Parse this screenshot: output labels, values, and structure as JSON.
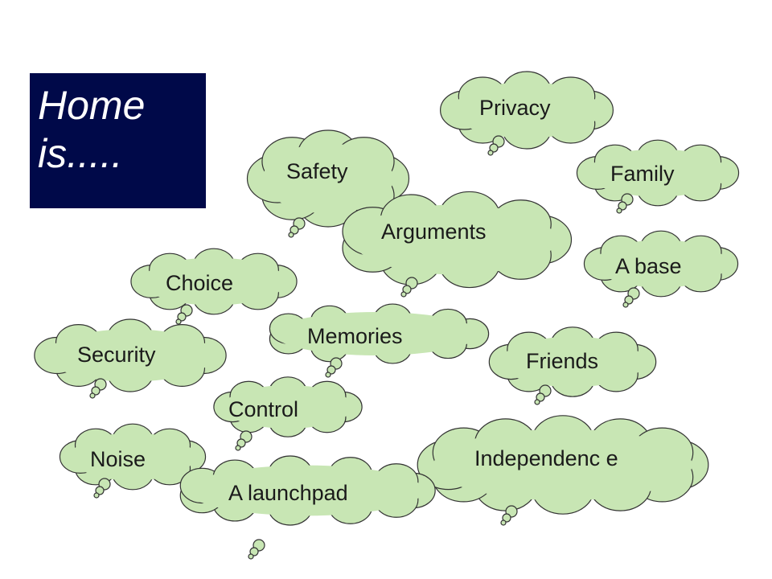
{
  "title": "Home\nis.....",
  "colors": {
    "title_bg": "#000949",
    "cloud_fill": "#c8e6b4",
    "cloud_stroke": "#333333"
  },
  "clouds": [
    {
      "id": "privacy",
      "label": "Privacy"
    },
    {
      "id": "safety",
      "label": "Safety"
    },
    {
      "id": "family",
      "label": "Family"
    },
    {
      "id": "arguments",
      "label": "Arguments"
    },
    {
      "id": "a-base",
      "label": "A base"
    },
    {
      "id": "choice",
      "label": "Choice"
    },
    {
      "id": "memories",
      "label": "Memories"
    },
    {
      "id": "security",
      "label": "Security"
    },
    {
      "id": "friends",
      "label": "Friends"
    },
    {
      "id": "control",
      "label": "Control"
    },
    {
      "id": "independence",
      "label": "Independenc e"
    },
    {
      "id": "noise",
      "label": "Noise"
    },
    {
      "id": "a-launchpad",
      "label": "A launchpad"
    }
  ]
}
